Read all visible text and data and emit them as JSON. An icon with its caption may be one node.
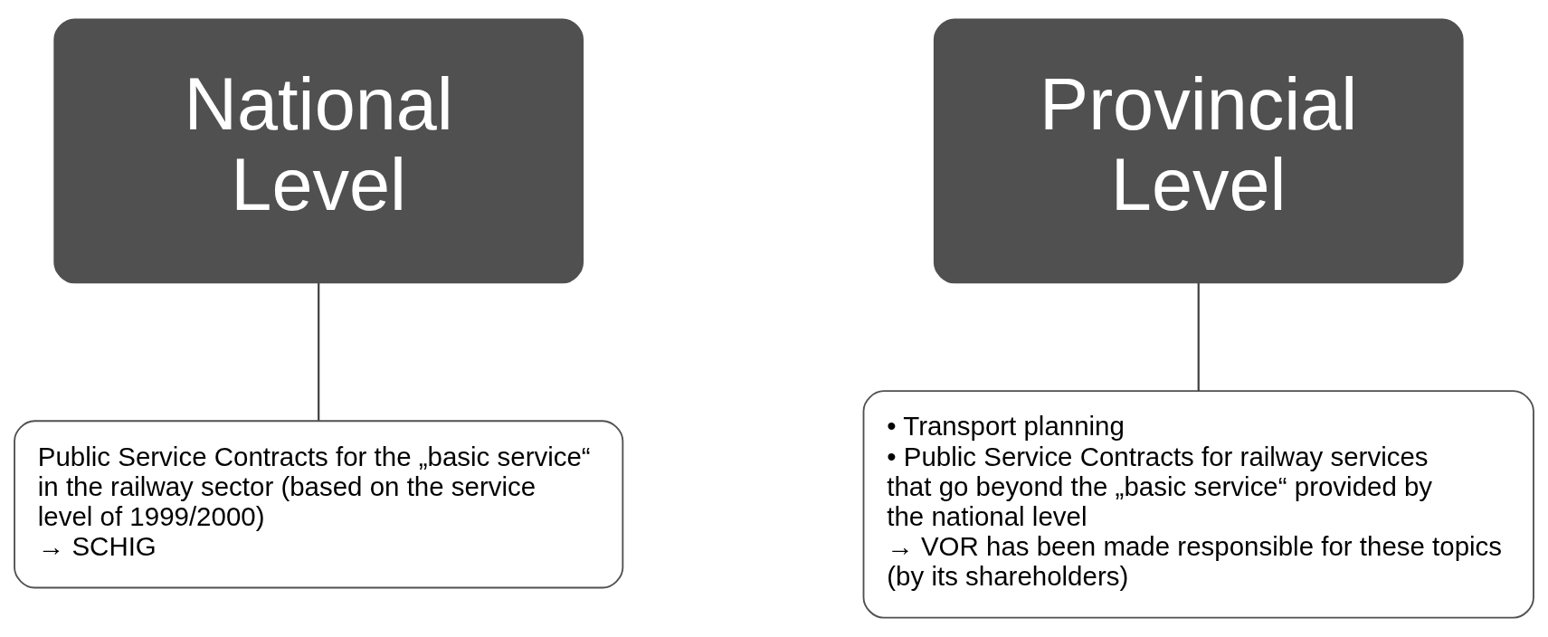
{
  "diagram": {
    "nodes": [
      {
        "text": [
          "National Level"
        ]
      },
      {
        "text": [
          "Public Service Contracts for the „basic service“ in the railway sector (based on the service level of 1999/2000)",
          "→ SCHIG"
        ]
      },
      {
        "text": [
          "Provincial Level"
        ]
      },
      {
        "text": [
          "• Transport planning",
          "• Public Service Contracts for railway services that go beyond the „basic service“ provided by the national level",
          "→ VOR has been made responsible for these topics (by its shareholders)"
        ]
      }
    ],
    "edges": [
      {
        "from": 0,
        "to": 1,
        "arrow": "none"
      },
      {
        "from": 2,
        "to": 3,
        "arrow": "none"
      }
    ]
  }
}
